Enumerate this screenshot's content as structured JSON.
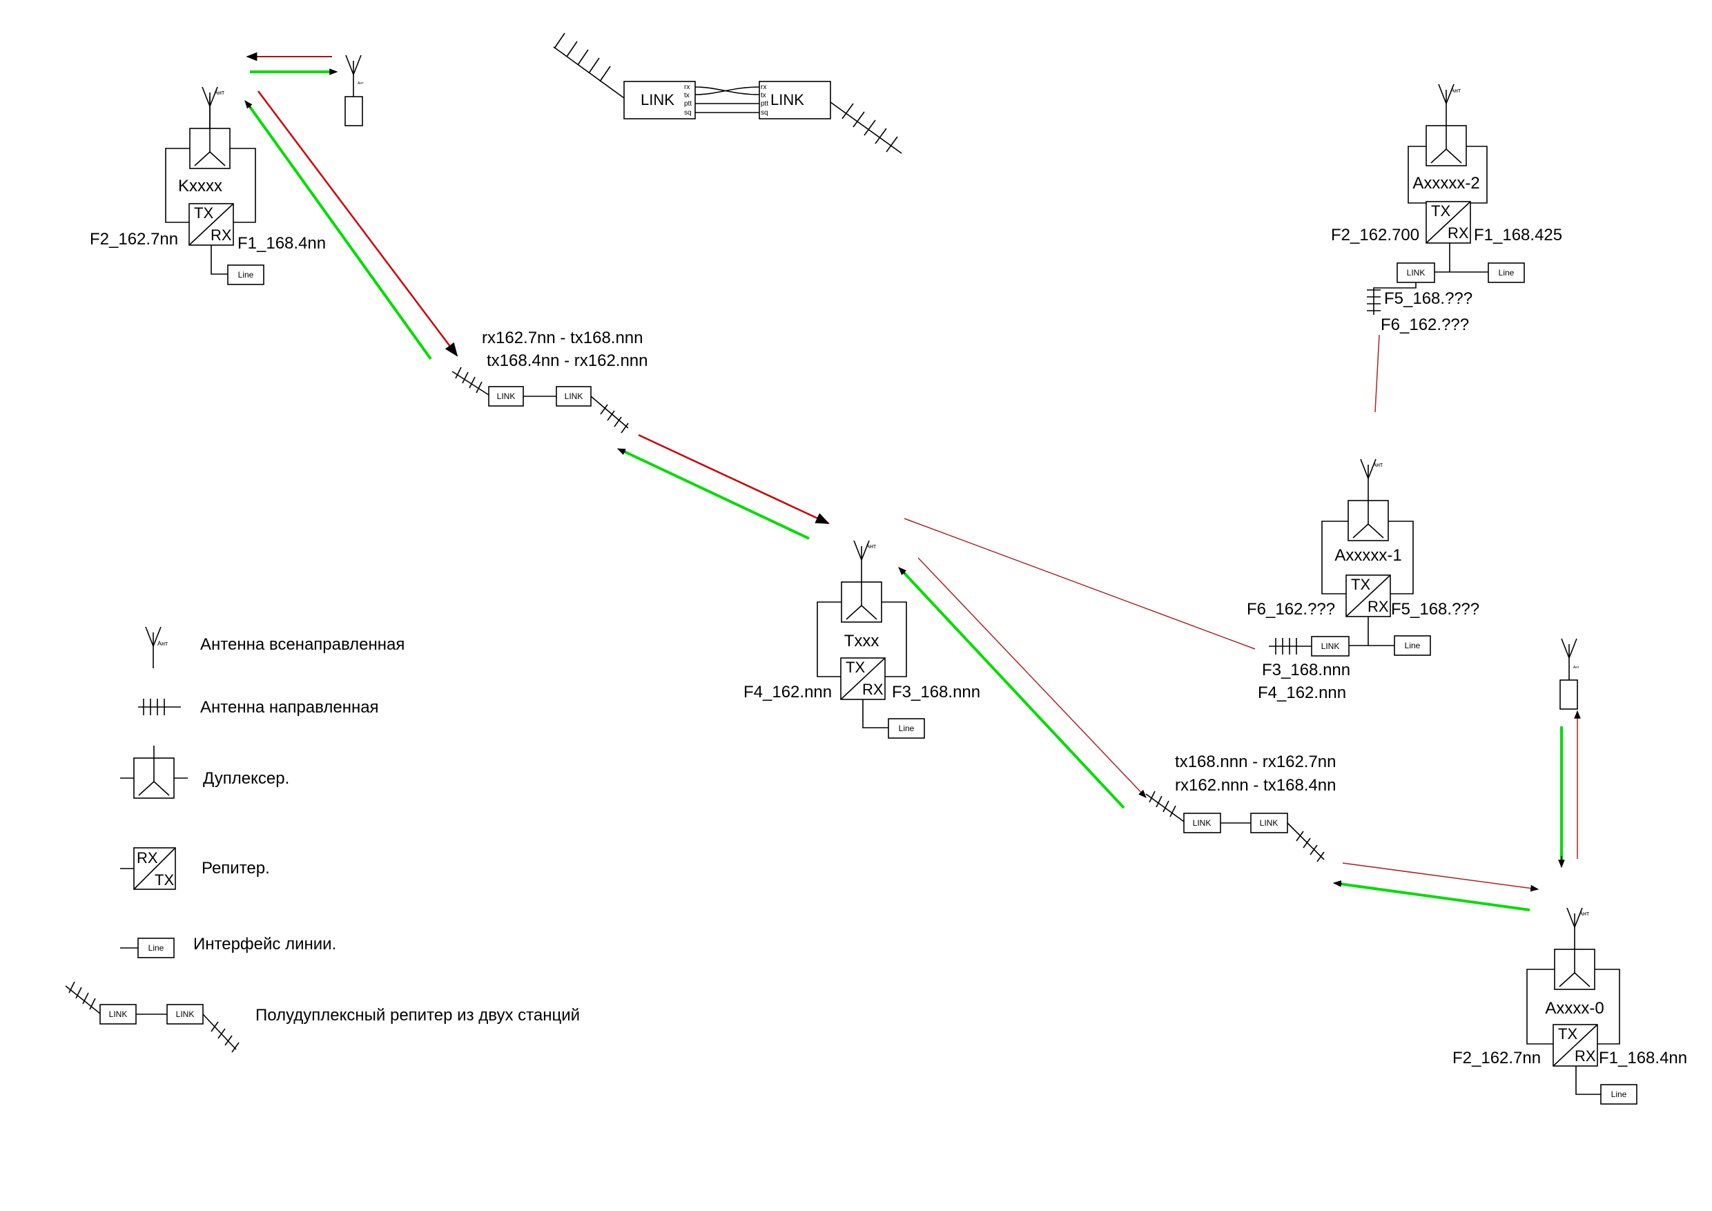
{
  "stations": {
    "k": {
      "name": "Kxxxx",
      "tx": "TX",
      "rx": "RX",
      "f_left": "F2_162.7nn",
      "f_right": "F1_168.4nn",
      "antenna": "Ант",
      "line": "Line"
    },
    "t": {
      "name": "Txxx",
      "tx": "TX",
      "rx": "RX",
      "f_left": "F4_162.nnn",
      "f_right": "F3_168.nnn",
      "antenna": "Ант",
      "line": "Line"
    },
    "a2": {
      "name": "Axxxxx-2",
      "tx": "TX",
      "rx": "RX",
      "f_left": "F2_162.700",
      "f_right": "F1_168.425",
      "antenna": "Ант",
      "line": "Line",
      "link": "LINK",
      "f5": "F5_168.???",
      "f6": "F6_162.???"
    },
    "a1": {
      "name": "Axxxxx-1",
      "tx": "TX",
      "rx": "RX",
      "f_left": "F6_162.???",
      "f_right": "F5_168.???",
      "antenna": "Ант",
      "line": "Line",
      "link": "LINK",
      "f3": "F3_168.nnn",
      "f4": "F4_162.nnn"
    },
    "a0": {
      "name": "Axxxx-0",
      "tx": "TX",
      "rx": "RX",
      "f_left": "F2_162.7nn",
      "f_right": "F1_168.4nn",
      "antenna": "Ант",
      "line": "Line"
    }
  },
  "repeaters": {
    "r1": {
      "line1": "rx162.7nn - tx168.nnn",
      "line2": "tx168.4nn - rx162.nnn",
      "link_a": "LINK",
      "link_b": "LINK"
    },
    "r2": {
      "line1": "tx168.nnn - rx162.7nn",
      "line2": "rx162.nnn - tx168.4nn",
      "link_a": "LINK",
      "link_b": "LINK"
    }
  },
  "link_detail": {
    "left": "LINK",
    "right": "LINK",
    "pins": [
      "rx",
      "tx",
      "ptt",
      "sq"
    ]
  },
  "legend": {
    "omni": "Антенна всенаправленная",
    "directional": "Антенна направленная",
    "duplexer": "Дуплексер.",
    "repeater": "Репитер.",
    "line_iface": "Интерфейс линии.",
    "halfduplex": "Полудуплексный репитер из двух станций",
    "symbol_rx": "RX",
    "symbol_tx": "TX",
    "symbol_line": "Line",
    "symbol_link": "LINK",
    "symbol_ant": "Ант"
  },
  "colors": {
    "uplink": "#ff0000",
    "downlink": "#00dd00",
    "weak": "#aa1111"
  }
}
